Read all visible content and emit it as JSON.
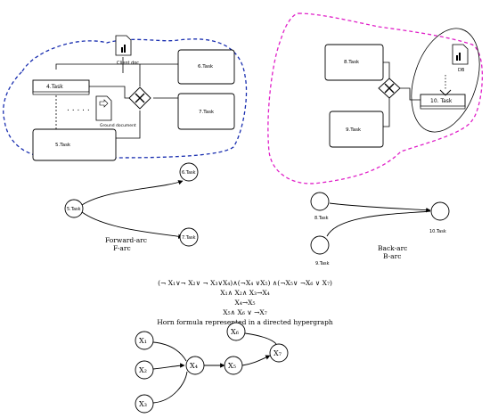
{
  "process_left": {
    "task4": "4.Task",
    "task5": "5.Task",
    "task6": "6.Task",
    "task7": "7.Task",
    "client_doc": "Client doc",
    "ground_document": "Ground document",
    "dots": ". . . . ."
  },
  "process_right": {
    "task8": "8.Task",
    "task9": "9.Task",
    "task10": "10. Task",
    "doc_label": "DB"
  },
  "forward_arc": {
    "source": "5.Task",
    "target_top": "6.Task",
    "target_bottom": "7.Task",
    "title": "Forward-arc",
    "subtitle": "F-arc"
  },
  "back_arc": {
    "source_top": "8.Task",
    "source_bottom": "9.Task",
    "target": "10.Task",
    "title": "Back-arc",
    "subtitle": "B-arc"
  },
  "formula": {
    "line1": "(¬ X₁∨¬ X₂∨ ¬ X₃∨X₄)∧(¬X₄ ∨X₅) ∧(¬X₅∨ ¬X₆ ∨ X₇)",
    "line2": "X₁∧ X₂∧ X₃→X₄",
    "line3": "X₄→X₅",
    "line4": "X₅∧ X₆ ∨ →X₇",
    "caption": "Horn formula represented in a directed hypergraph"
  },
  "hypergraph": {
    "x1": "X₁",
    "x2": "X₂",
    "x3": "X₃",
    "x4": "X₄",
    "x5": "X₅",
    "x6": "X₆",
    "x7": "X₇"
  },
  "colors": {
    "left_region": "#1a2fb0",
    "right_region": "#e020c8"
  }
}
